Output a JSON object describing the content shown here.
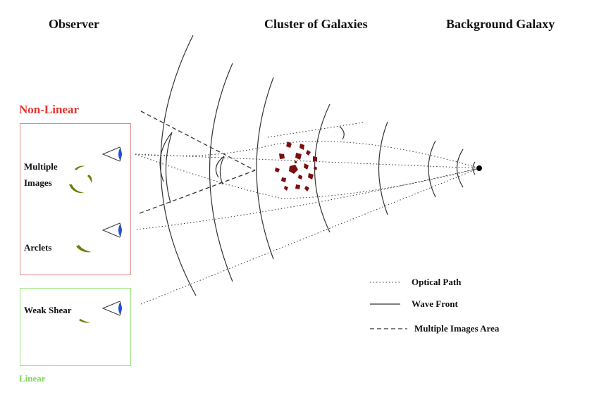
{
  "headers": {
    "observer": "Observer",
    "cluster": "Cluster of Galaxies",
    "background": "Background Galaxy"
  },
  "regimes": {
    "nonlinear": {
      "title": "Non-Linear",
      "color": "#e8322b",
      "border": "#e48a86"
    },
    "linear": {
      "title": "Linear",
      "color": "#7ed957",
      "border": "#9fe27f"
    }
  },
  "observer_rows": {
    "multiple_images": [
      "Multiple",
      "Images"
    ],
    "arclets": "Arclets",
    "weak_shear": "Weak Shear"
  },
  "legend": {
    "optical_path": "Optical Path",
    "wave_front": "Wave Front",
    "multiple_images_area": "Multiple Images Area"
  },
  "colors": {
    "eye_iris": "#1f4fe0",
    "image_arcs": "#6b7d06",
    "cluster_galaxies": "#7a0f0f",
    "lines": "#333333"
  },
  "icons": [
    "eye-icon",
    "galaxy-dot-icon"
  ]
}
